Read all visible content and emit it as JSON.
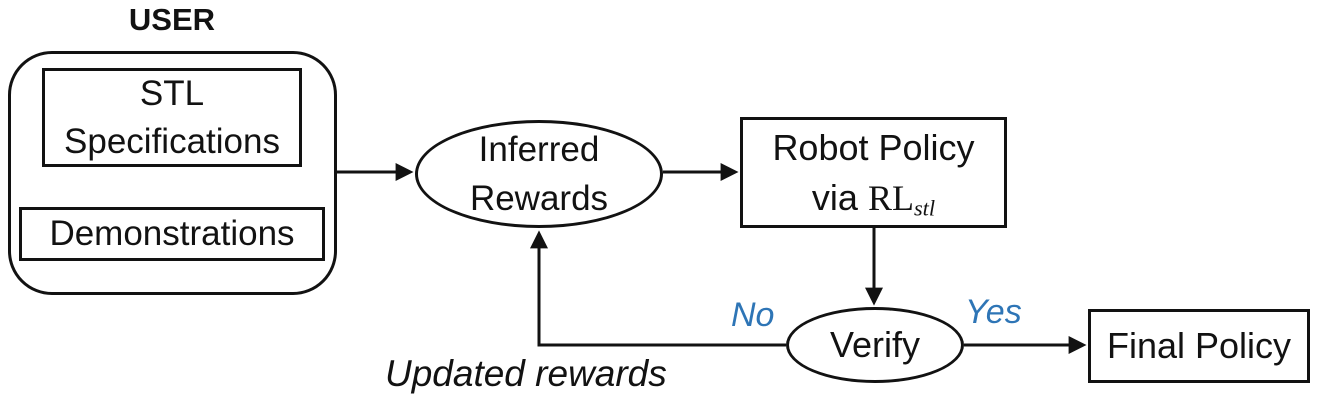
{
  "colors": {
    "ink": "#121212",
    "accent_blue": "#2E75B6"
  },
  "nodes": {
    "user_label": "USER",
    "stl_specifications": "STL\nSpecifications",
    "demonstrations": "Demonstrations",
    "inferred_rewards": "Inferred\nRewards",
    "robot_policy_line1": "Robot Policy",
    "robot_policy_via": "via",
    "robot_policy_rl": "RL",
    "robot_policy_subscript": "stl",
    "verify": "Verify",
    "final_policy": "Final Policy"
  },
  "edge_labels": {
    "no": "No",
    "yes": "Yes",
    "updated_rewards": "Updated rewards"
  }
}
